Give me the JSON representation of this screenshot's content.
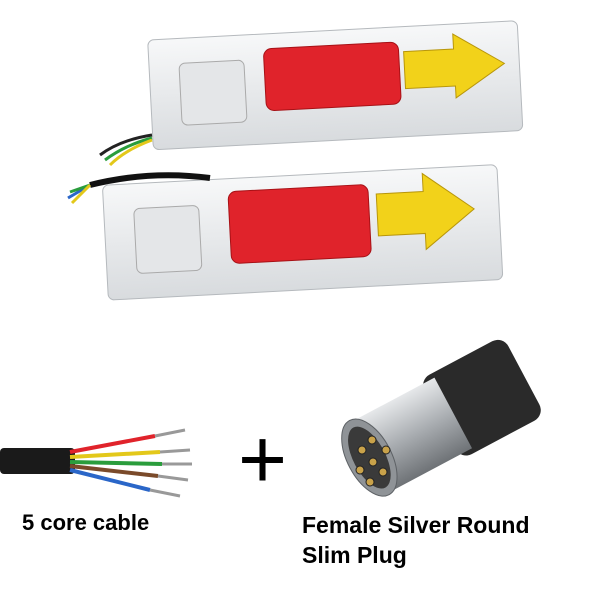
{
  "captions": {
    "cable": "5 core cable",
    "plug_line1": "Female Silver Round",
    "plug_line2": "Slim Plug"
  },
  "symbols": {
    "plus": "+"
  },
  "colors": {
    "red_lens": "#e0232b",
    "amber_lens": "#f2d21a",
    "housing": "#eef0f2",
    "plug_metal": "#b9bcbf",
    "cable_black": "#1a1a1a"
  }
}
